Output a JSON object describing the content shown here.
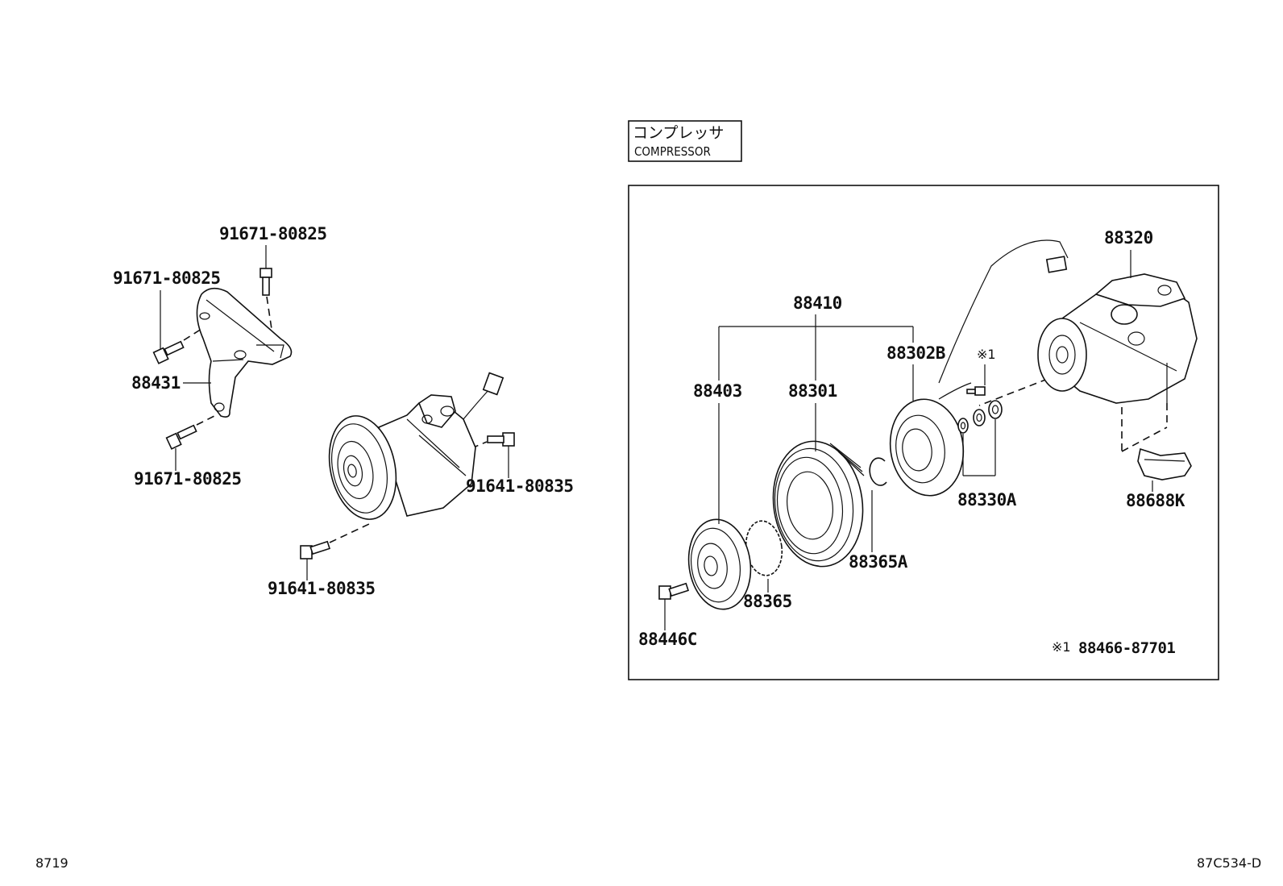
{
  "header": {
    "title_jp": "コンプレッサ",
    "title_en": "COMPRESSOR"
  },
  "left_callouts": [
    {
      "id": "bolt-top",
      "text": "91671-80825"
    },
    {
      "id": "bolt-left",
      "text": "91671-80825"
    },
    {
      "id": "bracket",
      "text": "88431"
    },
    {
      "id": "bolt-lower",
      "text": "91671-80825"
    },
    {
      "id": "bolt-right",
      "text": "91641-80835"
    },
    {
      "id": "bolt-bottom",
      "text": "91641-80835"
    }
  ],
  "right_callouts": [
    {
      "id": "compressor",
      "text": "88320"
    },
    {
      "id": "clutch-assy",
      "text": "88410"
    },
    {
      "id": "stator",
      "text": "88302B"
    },
    {
      "id": "note-mark",
      "text": "※1"
    },
    {
      "id": "hub",
      "text": "88403"
    },
    {
      "id": "pulley",
      "text": "88301"
    },
    {
      "id": "shims",
      "text": "88330A"
    },
    {
      "id": "bracket-clip",
      "text": "88688K"
    },
    {
      "id": "snap-ring",
      "text": "88365A"
    },
    {
      "id": "shim-ring",
      "text": "88365"
    },
    {
      "id": "hub-bolt",
      "text": "88446C"
    }
  ],
  "note": {
    "mark": "※1",
    "part": "88466-87701"
  },
  "footer": {
    "left_code": "8719",
    "right_code": "87C534-D"
  }
}
